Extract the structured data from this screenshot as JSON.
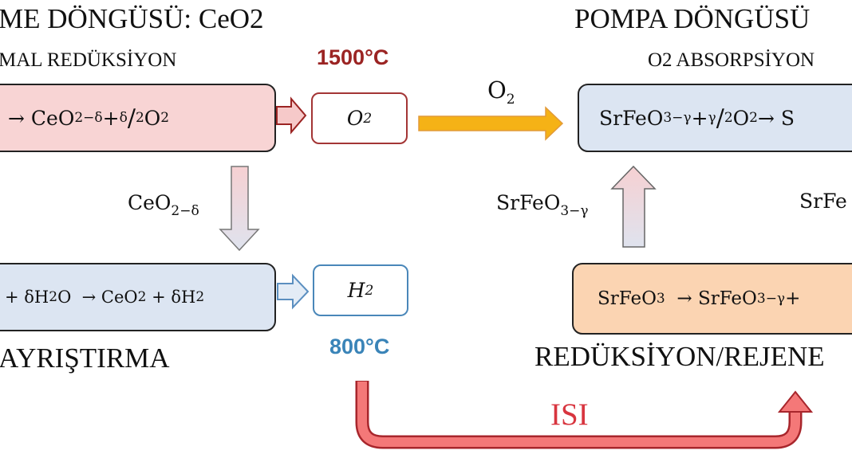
{
  "left_cycle": {
    "title": "ME DÖNGÜSÜ: CeO2",
    "step1_label": "MAL REDÜKSİYON",
    "step1_temp": "1500°C",
    "step1_equation": {
      "arrow": "→ CeO",
      "sub1": "2−δ",
      "plus": " + ",
      "num": "δ",
      "slash": "/",
      "den": "2",
      "o": " O",
      "sub2": "2"
    },
    "step1_product": {
      "o": "O",
      "sub": "2"
    },
    "transfer_label": {
      "main": "CeO",
      "sub": "2−δ"
    },
    "step2_equation": {
      "lhs": "+ δH",
      "sub1": "2",
      "mid": "O  → CeO",
      "sub2": "2",
      "plus": " + δH",
      "sub3": "2"
    },
    "step2_product": {
      "h": "H",
      "sub": "2"
    },
    "step2_temp": "800°C",
    "step2_label": "AYRIŞTIRMA"
  },
  "oxygen_flow": {
    "o": "O",
    "sub": "2"
  },
  "right_cycle": {
    "title": "POMPA DÖNGÜSÜ",
    "step1_label": "O2 ABSORPSİYON",
    "step1_equation": {
      "a": "SrFeO",
      "sub1": "3−γ",
      "plus": " + ",
      "num": "γ",
      "slash": "/",
      "den": "2",
      "o": " O",
      "sub2": "2",
      "tail": " → S"
    },
    "transfer_up_label": {
      "main": "SrFeO",
      "sub": "3−γ"
    },
    "transfer_down_label": "SrFe",
    "step2_equation": {
      "a": "SrFeO",
      "sub1": "3",
      "arrow": "  → SrFeO",
      "sub2": "3−γ",
      "tail": " +"
    },
    "step2_label": "REDÜKSİYON/REJENE"
  },
  "heat_label": "ISI",
  "colors": {
    "red_temp": "#9b2423",
    "blue_temp": "#3a84b8",
    "pink_box": "#f8d4d4",
    "blue_box": "#dce5f2",
    "orange_box": "#fbd4b2",
    "oxygen_arrow": "#f5b216",
    "heat_arrow": "#f47878",
    "heat_text": "#d8353f"
  }
}
